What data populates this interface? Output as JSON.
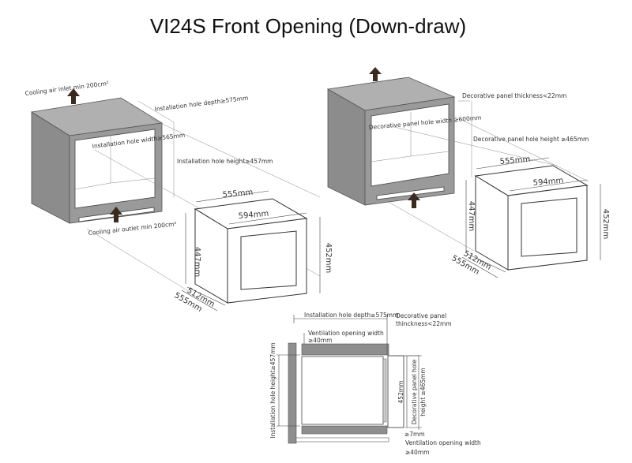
{
  "title": "VI24S Front Opening (Down-draw)",
  "left_view": {
    "cooling_inlet": "Cooling air inlet min 200cm²",
    "cooling_outlet": "Cooling air outlet min 200cm²",
    "hole_depth": "Installation hole depth≥575mm",
    "hole_width": "Installation hole width≥565mm",
    "hole_height": "Installation hole height≥457mm",
    "dim_depth_top": "555mm",
    "dim_width": "594mm",
    "dim_height_left": "447mm",
    "dim_height_right": "452mm",
    "dim_depth_512": "512mm",
    "dim_depth_555": "555mm"
  },
  "right_view": {
    "panel_thickness": "Decorative panel  thickness<22mm",
    "panel_hole_width": "Decorative panel hole width ≥600mm",
    "panel_hole_height": "Decorative panel hole height ≥465mm",
    "dim_depth_top": "555mm",
    "dim_width": "594mm",
    "dim_height_left": "447mm",
    "dim_height_right": "452mm",
    "dim_depth_512": "512mm",
    "dim_depth_555": "555mm"
  },
  "section_view": {
    "hole_depth": "Installation hole depth≥575mm",
    "panel_thickness_1": "Decorative panel",
    "panel_thickness_2": "thinckness<22mm",
    "vent_top_1": "Ventilation opening width",
    "vent_top_2": "≥40mm",
    "hole_height": "Installation hole height≥457mm",
    "dim_height": "452mm",
    "panel_hole_1": "Decorative panel hole",
    "panel_hole_2": "height ≥465mm",
    "gap": "≥7mm",
    "vent_bottom_1": "Ventilation opening width",
    "vent_bottom_2": "≥40mm"
  }
}
